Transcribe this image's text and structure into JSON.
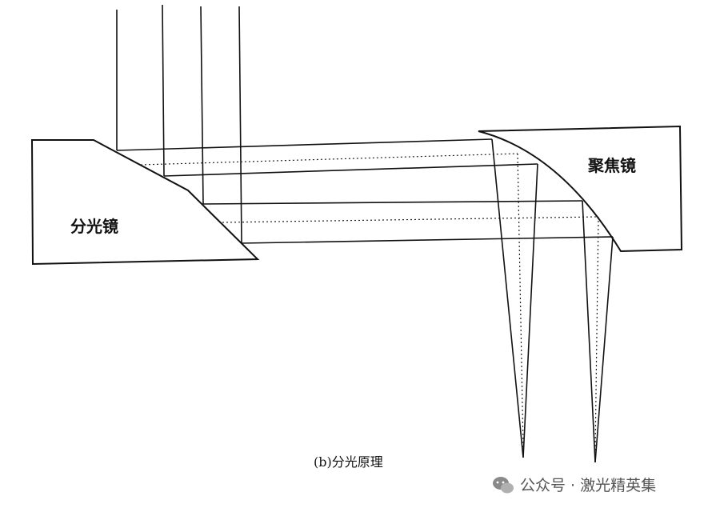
{
  "labels": {
    "splitter": "分光镜",
    "focusing_mirror": "聚焦镜"
  },
  "caption": "(b)分光原理",
  "watermark": {
    "icon": "wechat-icon",
    "text": "公众号 · 激光精英集"
  }
}
